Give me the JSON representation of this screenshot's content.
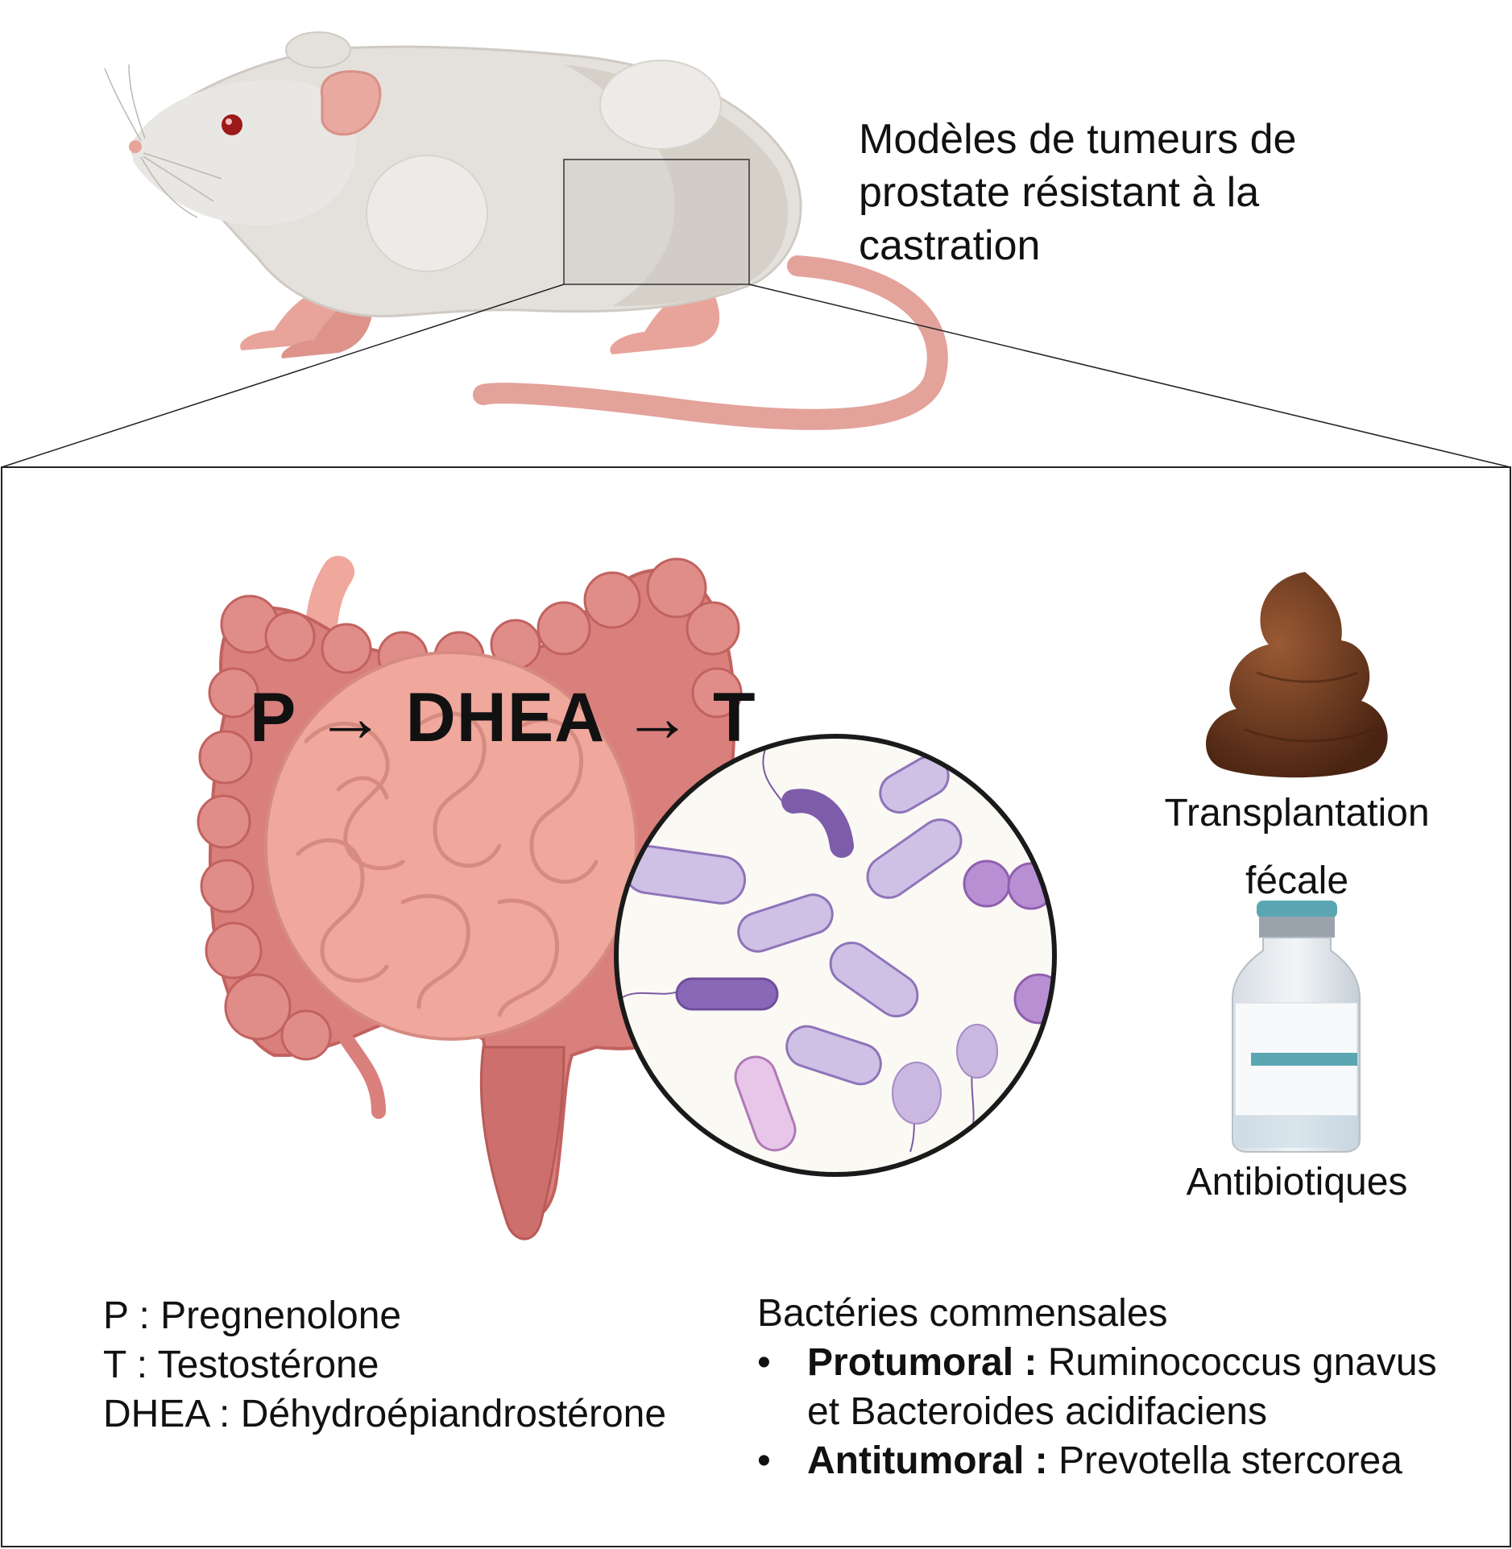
{
  "mouse": {
    "caption_lines": [
      "Modèles de tumeurs de",
      "prostate résistant à la",
      "castration"
    ]
  },
  "pathway": {
    "p": "P",
    "arrow": "→",
    "dhea": "DHEA",
    "t": "T"
  },
  "treatments": {
    "fecal_label": "Transplantation fécale",
    "antibiotic_label": "Antibiotiques"
  },
  "legend": [
    "P : Pregnenolone",
    "T : Testostérone",
    "DHEA : Déhydroépiandrostérone"
  ],
  "bacteria": {
    "title": "Bactéries commensales",
    "bullet": "•",
    "protumoral_label": "Protumoral :",
    "protumoral_line1": " Ruminococcus gnavus",
    "protumoral_line2": "et Bacteroides acidifaciens",
    "antitumoral_label": "Antitumoral :",
    "antitumoral_text": " Prevotella stercorea"
  },
  "colors": {
    "mouse_body": "#e4e1dc",
    "mouse_pink": "#e8a49b",
    "intestine": "#e89a92",
    "colon": "#d97f7c",
    "bacteria_purple": "#b7a1d6",
    "stool": "#6b3a1f",
    "vial_cap": "#5aa7b3"
  }
}
